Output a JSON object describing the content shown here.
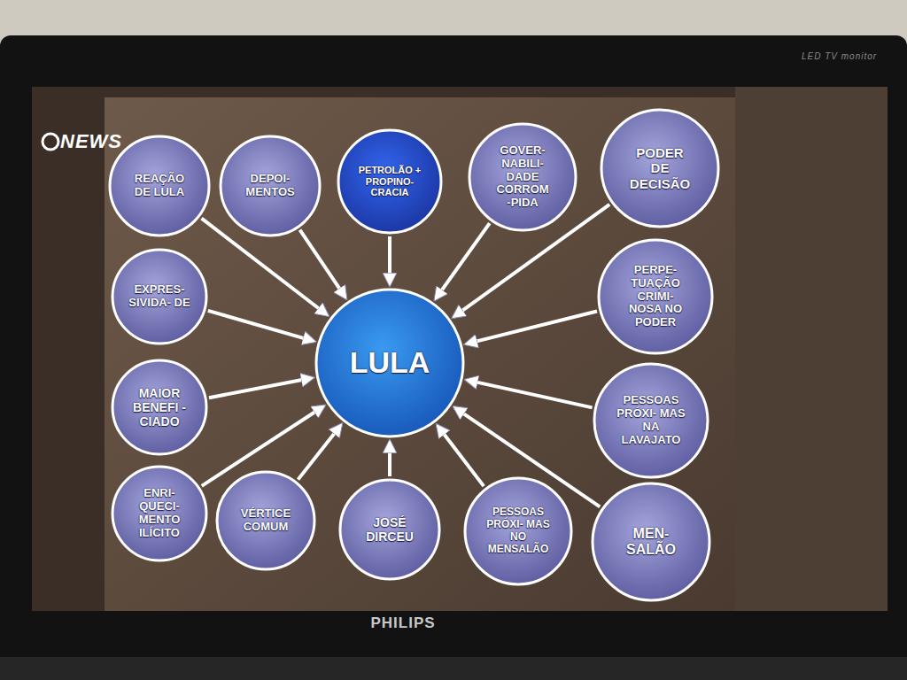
{
  "diagram": {
    "nodes": [
      {
        "text": [
          "REAÇÃO DE LULA"
        ]
      },
      {
        "text": [
          "DEPOI- MENTOS"
        ]
      },
      {
        "text": [
          "PETROLÃO + PROPINO- CRACIA"
        ]
      },
      {
        "text": [
          "GOVER- NABILI- DADE CORROM -PIDA"
        ]
      },
      {
        "text": [
          "PODER DE DECISÃO"
        ]
      },
      {
        "text": [
          "EXPRES- SIVIDA- DE"
        ]
      },
      {
        "text": [
          "PERPE- TUAÇÃO CRIMI- NOSA NO PODER"
        ]
      },
      {
        "text": [
          "MAIOR BENEFI -CIADO"
        ]
      },
      {
        "text": [
          "LULA"
        ]
      },
      {
        "text": [
          "PESSOAS PRÓXI- MAS NA LAVAJATO"
        ]
      },
      {
        "text": [
          "ENRI- QUECI- MENTO ILÍCITO"
        ]
      },
      {
        "text": [
          "VÉRTICE COMUM"
        ]
      },
      {
        "text": [
          "JOSÉ DIRCEU"
        ]
      },
      {
        "text": [
          "PESSOAS PRÓXI- MAS NO MENSALÃO"
        ]
      },
      {
        "text": [
          "MEN- SALÃO"
        ]
      }
    ],
    "edges": [
      {
        "from": 0,
        "to": 8,
        "arrow": "to"
      },
      {
        "from": 1,
        "to": 8,
        "arrow": "to"
      },
      {
        "from": 2,
        "to": 8,
        "arrow": "to"
      },
      {
        "from": 3,
        "to": 8,
        "arrow": "to"
      },
      {
        "from": 4,
        "to": 8,
        "arrow": "to"
      },
      {
        "from": 5,
        "to": 8,
        "arrow": "to"
      },
      {
        "from": 6,
        "to": 8,
        "arrow": "to"
      },
      {
        "from": 7,
        "to": 8,
        "arrow": "to"
      },
      {
        "from": 9,
        "to": 8,
        "arrow": "to"
      },
      {
        "from": 10,
        "to": 8,
        "arrow": "to"
      },
      {
        "from": 11,
        "to": 8,
        "arrow": "to"
      },
      {
        "from": 12,
        "to": 8,
        "arrow": "to"
      },
      {
        "from": 13,
        "to": 8,
        "arrow": "to"
      },
      {
        "from": 14,
        "to": 8,
        "arrow": "to"
      }
    ],
    "labels": [
      "NEWS",
      "PHILIPS",
      "LED TV monitor"
    ]
  }
}
